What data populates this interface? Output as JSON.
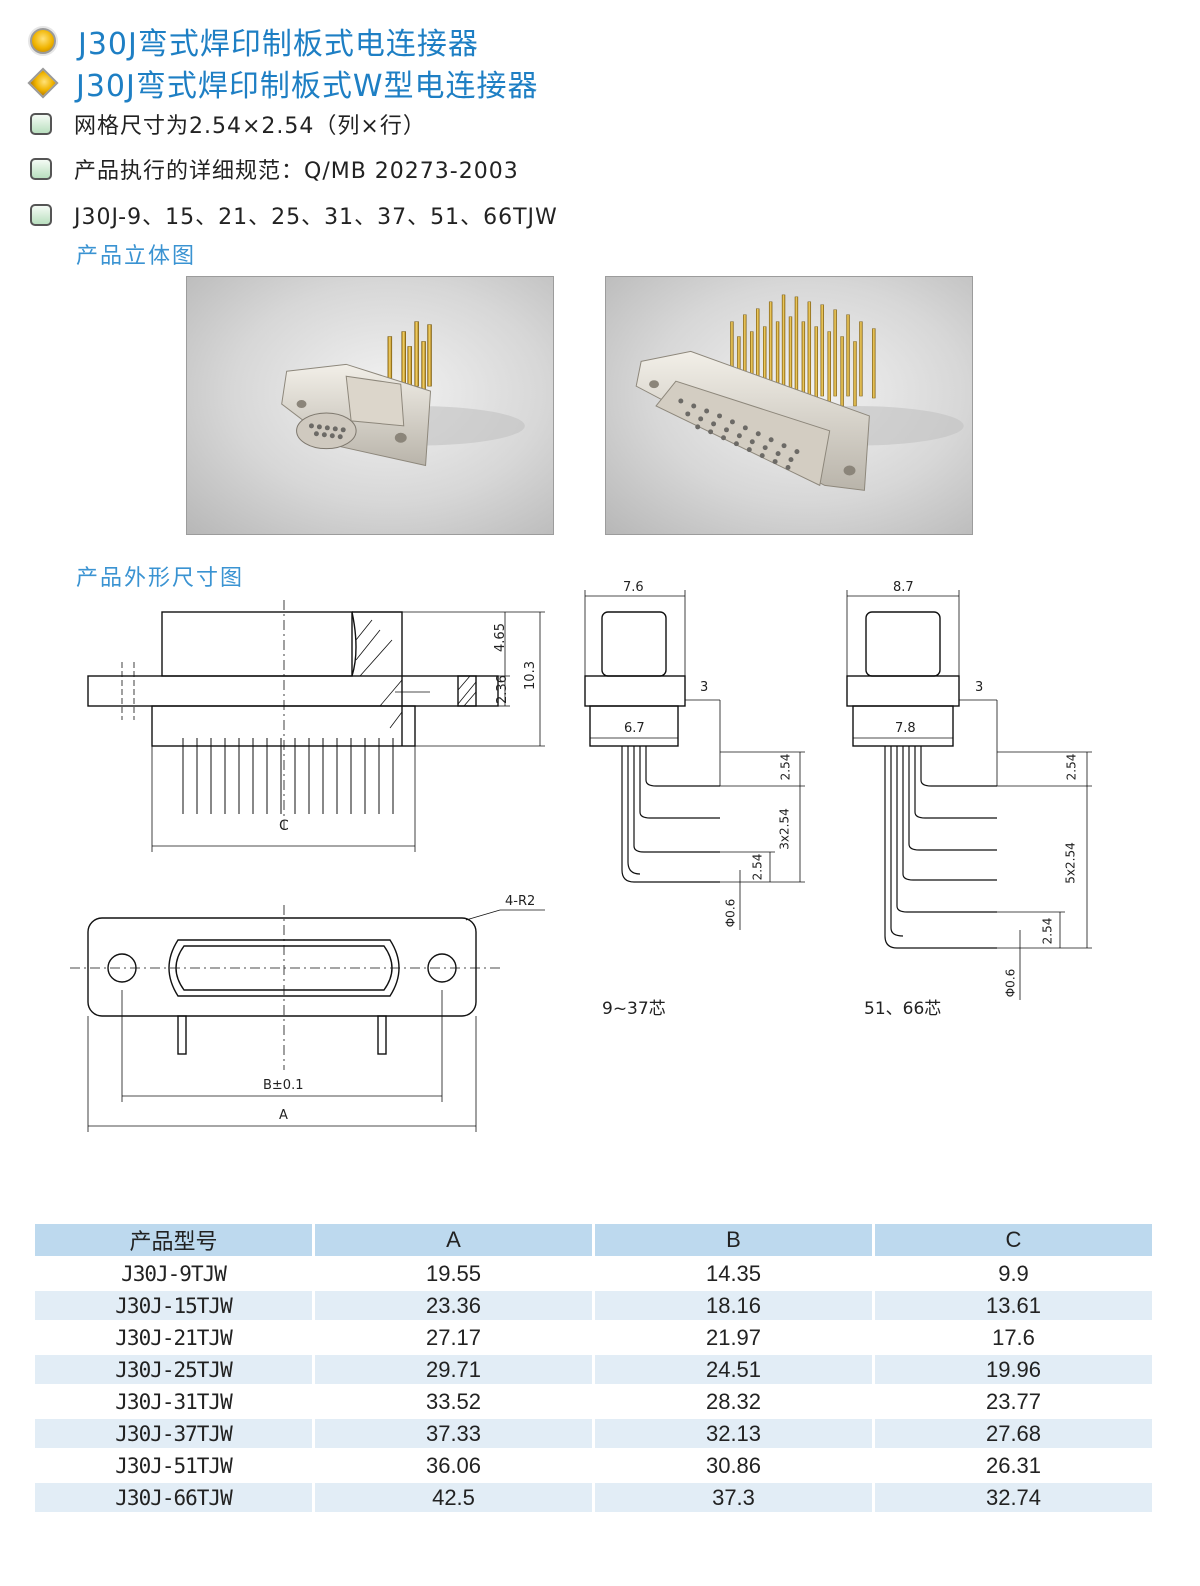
{
  "header": {
    "title1": "J30J弯式焊印制板式电连接器",
    "title2": "J30J弯式焊印制板式W型电连接器",
    "bullets": [
      "网格尺寸为2.54×2.54（列×行）",
      "产品执行的详细规范：Q/MB 20273-2003",
      "J30J-9、15、21、25、31、37、51、66TJW"
    ]
  },
  "sections": {
    "photos": "产品立体图",
    "drawing": "产品外形尺寸图"
  },
  "drawing_labels": {
    "side": {
      "c": "C",
      "d465": "4.65",
      "d236": "2.36",
      "d103": "10.3"
    },
    "front": {
      "r": "4-R2",
      "b": "B±0.1",
      "a": "A"
    },
    "mid": {
      "w_top": "7.6",
      "w_bot": "6.7",
      "three": "3",
      "p1": "2.54",
      "p3": "3x2.54",
      "p2": "2.54",
      "phi": "Φ0.6",
      "caption": "9~37芯"
    },
    "right": {
      "w_top": "8.7",
      "w_bot": "7.8",
      "three": "3",
      "p1": "2.54",
      "p5": "5x2.54",
      "p2": "2.54",
      "phi": "Φ0.6",
      "caption": "51、66芯"
    }
  },
  "table": {
    "headers": [
      "产品型号",
      "A",
      "B",
      "C"
    ],
    "rows": [
      [
        "J30J-9TJW",
        "19.55",
        "14.35",
        "9.9"
      ],
      [
        "J30J-15TJW",
        "23.36",
        "18.16",
        "13.61"
      ],
      [
        "J30J-21TJW",
        "27.17",
        "21.97",
        "17.6"
      ],
      [
        "J30J-25TJW",
        "29.71",
        "24.51",
        "19.96"
      ],
      [
        "J30J-31TJW",
        "33.52",
        "28.32",
        "23.77"
      ],
      [
        "J30J-37TJW",
        "37.33",
        "32.13",
        "27.68"
      ],
      [
        "J30J-51TJW",
        "36.06",
        "30.86",
        "26.31"
      ],
      [
        "J30J-66TJW",
        "42.5",
        "37.3",
        "32.74"
      ]
    ]
  },
  "colors": {
    "accent": "#1e7fc4",
    "table_header": "#bdd9ee",
    "row_alt": "#e2edf6"
  },
  "icons": [
    "round-bullet-icon",
    "diamond-bullet-icon",
    "square-bullet-icon"
  ]
}
